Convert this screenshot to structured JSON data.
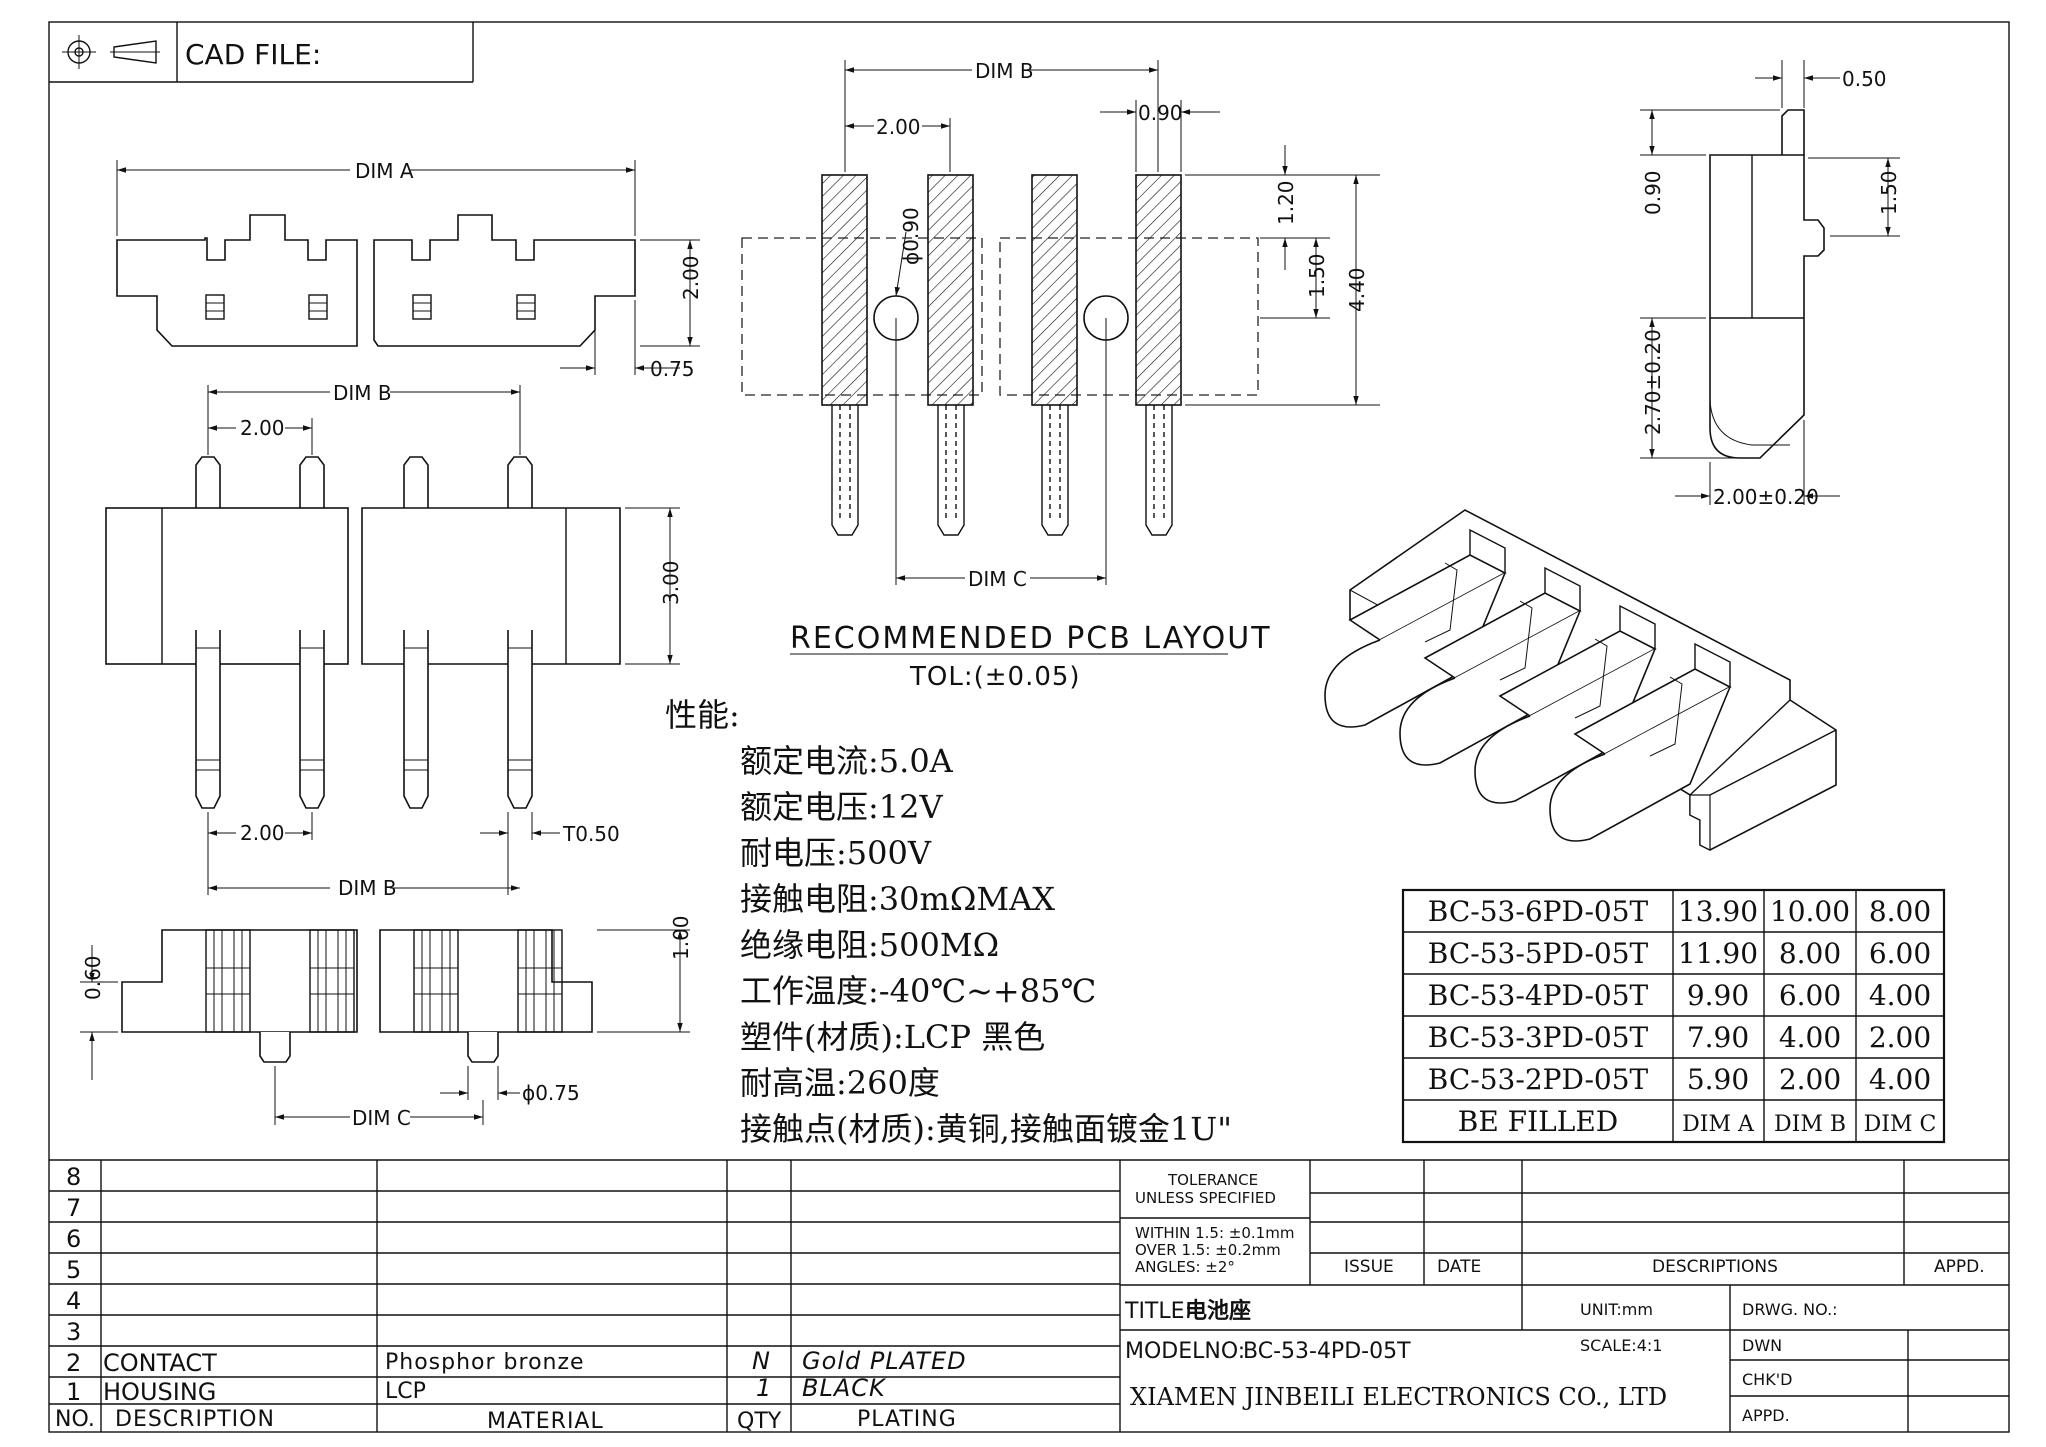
{
  "header": {
    "cad_label": "CAD FILE:"
  },
  "views": {
    "front": {
      "dim_a": "DIM A",
      "h_200": "2.00",
      "w_075": "0.75"
    },
    "top": {
      "dim_b_top": "DIM B",
      "pitch_top": "2.00",
      "h_300": "3.00",
      "pitch_bottom": "2.00",
      "t050": "T0.50",
      "dim_b_bottom": "DIM B"
    },
    "bottom": {
      "h_060": "0.60",
      "h_100": "1.00",
      "phi_075": "ϕ0.75",
      "dim_c": "DIM C"
    },
    "pcb": {
      "dim_b": "DIM B",
      "pitch": "2.00",
      "w_090": "0.90",
      "hole": "ϕ0.90",
      "v_120": "1.20",
      "v_150": "1.50",
      "v_440": "4.40",
      "dim_c": "DIM C",
      "title": "RECOMMENDED PCB LAYOUT",
      "tol": "TOL:(±0.05)"
    },
    "side": {
      "w_050": "0.50",
      "v_090": "0.90",
      "v_150": "1.50",
      "v_270": "2.70±0.20",
      "w_200": "2.00±0.20"
    }
  },
  "specs": {
    "heading": "性能:",
    "lines": [
      "额定电流:5.0A",
      "额定电压:12V",
      "耐电压:500V",
      "接触电阻:30mΩMAX",
      "绝缘电阻:500MΩ",
      "工作温度:-40℃~+85℃",
      "塑件(材质):LCP  黑色",
      "耐高温:260度",
      "接触点(材质):黄铜,接触面镀金1U\""
    ]
  },
  "dim_table": {
    "rows": [
      [
        "BC-53-6PD-05T",
        "13.90",
        "10.00",
        "8.00"
      ],
      [
        "BC-53-5PD-05T",
        "11.90",
        "8.00",
        "6.00"
      ],
      [
        "BC-53-4PD-05T",
        "9.90",
        "6.00",
        "4.00"
      ],
      [
        "BC-53-3PD-05T",
        "7.90",
        "4.00",
        "2.00"
      ],
      [
        "BC-53-2PD-05T",
        "5.90",
        "2.00",
        "4.00"
      ]
    ],
    "footer": [
      "BE FILLED",
      "DIM A",
      "DIM B",
      "DIM C"
    ]
  },
  "bom": {
    "row_numbers": [
      "8",
      "7",
      "6",
      "5",
      "4",
      "3",
      "2",
      "1"
    ],
    "items": [
      {
        "no": "2",
        "description": "CONTACT",
        "material": "Phosphor bronze",
        "qty": "N",
        "plating": "Gold PLATED"
      },
      {
        "no": "1",
        "description": "HOUSING",
        "material": "LCP",
        "qty": "1",
        "plating": "BLACK"
      }
    ],
    "headers": {
      "no": "NO.",
      "description": "DESCRIPTION",
      "material": "MATERIAL",
      "qty": "QTY",
      "plating": "PLATING"
    }
  },
  "title_block": {
    "tolerance_title": "TOLERANCE",
    "tolerance_sub": "UNLESS SPECIFIED",
    "within": "WITHIN 1.5: ±0.1mm",
    "over": "OVER 1.5:  ±0.2mm",
    "angles": "ANGLES: ±2°",
    "issue": "ISSUE",
    "date": "DATE",
    "descriptions": "DESCRIPTIONS",
    "appd": "APPD.",
    "title_label": "TITLE:",
    "title_value": "电池座",
    "unit": "UNIT:mm",
    "drwg_no": "DRWG. NO.:",
    "model_label": "MODELNO:",
    "model_value": "BC-53-4PD-05T",
    "scale": "SCALE:4:1",
    "dwn": "DWN",
    "chkd": "CHK'D",
    "appd2": "APPD.",
    "company": "XIAMEN JINBEILI ELECTRONICS CO., LTD"
  }
}
